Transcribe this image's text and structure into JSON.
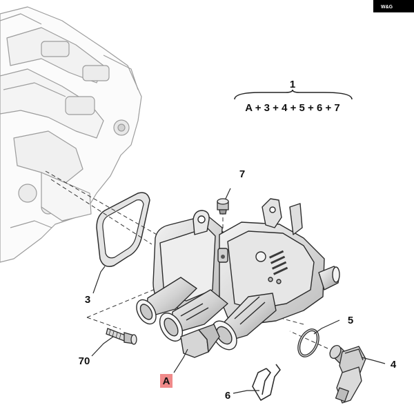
{
  "watermark": {
    "text": "W&G"
  },
  "assembly": {
    "number": "1",
    "formula": "A + 3 + 4 + 5 + 6 + 7"
  },
  "callouts": {
    "gasket": "3",
    "sensor": "4",
    "o_ring": "5",
    "clip": "6",
    "plug": "7",
    "bolt": "70",
    "housing": "A"
  },
  "colors": {
    "line": "#3a3a3a",
    "part_light": "#f1f1f1",
    "part_mid": "#dcdcdc",
    "part_dark": "#b9b9b9",
    "label_highlight": "#f08a8a",
    "watermark_bg": "#000000"
  }
}
